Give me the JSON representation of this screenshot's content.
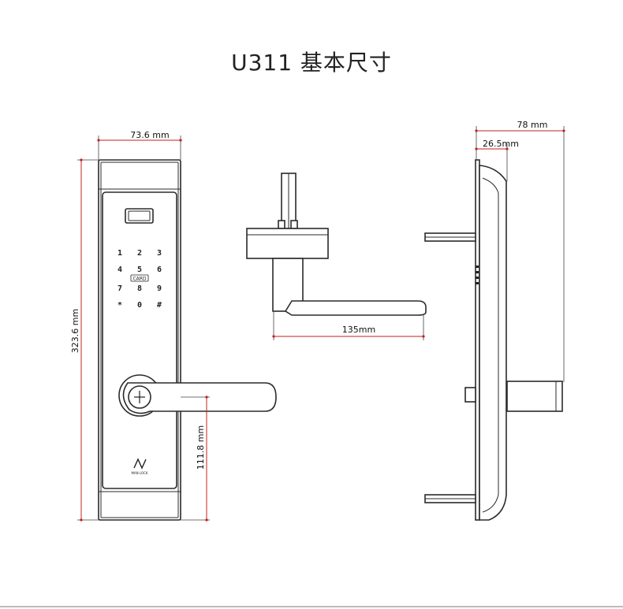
{
  "title": "U311 基本尺寸",
  "front_view": {
    "width_label": "73.6 mm",
    "height_label": "323.6 mm",
    "handle_height_label": "111.8 mm",
    "keypad": [
      "1",
      "2",
      "3",
      "4",
      "5",
      "6",
      "7",
      "8",
      "9",
      "*",
      "0",
      "#"
    ],
    "card_label": "CARD",
    "logo_caption": "MAN LOCK"
  },
  "top_view": {
    "depth_label": "135mm"
  },
  "side_view": {
    "total_depth_label": "78 mm",
    "body_depth_label": "26.5mm"
  },
  "colors": {
    "outline": "#2a2a2a",
    "dimension": "#c02020"
  }
}
